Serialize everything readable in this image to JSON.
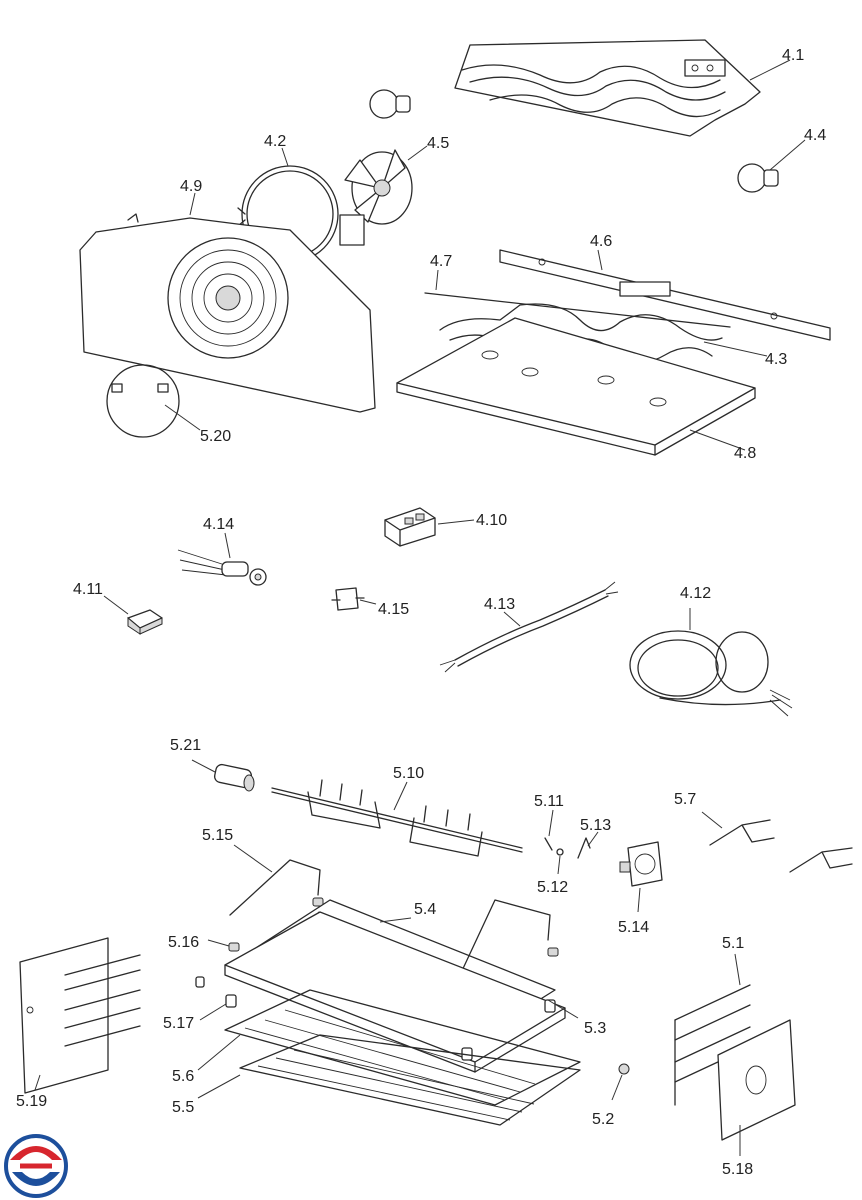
{
  "diagram": {
    "labels": {
      "p4_1": "4.1",
      "p4_2": "4.2",
      "p4_3": "4.3",
      "p4_4": "4.4",
      "p4_5": "4.5",
      "p4_6": "4.6",
      "p4_7": "4.7",
      "p4_8": "4.8",
      "p4_9": "4.9",
      "p4_10": "4.10",
      "p4_11": "4.11",
      "p4_12": "4.12",
      "p4_13": "4.13",
      "p4_14": "4.14",
      "p4_15": "4.15",
      "p5_1": "5.1",
      "p5_2": "5.2",
      "p5_3": "5.3",
      "p5_4": "5.4",
      "p5_5": "5.5",
      "p5_6": "5.6",
      "p5_7": "5.7",
      "p5_10": "5.10",
      "p5_11": "5.11",
      "p5_12": "5.12",
      "p5_13": "5.13",
      "p5_14": "5.14",
      "p5_15": "5.15",
      "p5_16": "5.16",
      "p5_17": "5.17",
      "p5_18": "5.18",
      "p5_19": "5.19",
      "p5_20": "5.20",
      "p5_21": "5.21"
    },
    "colors": {
      "line": "#2b2b2b",
      "logo_red": "#d7262e",
      "logo_blue": "#1d4f9c"
    }
  }
}
